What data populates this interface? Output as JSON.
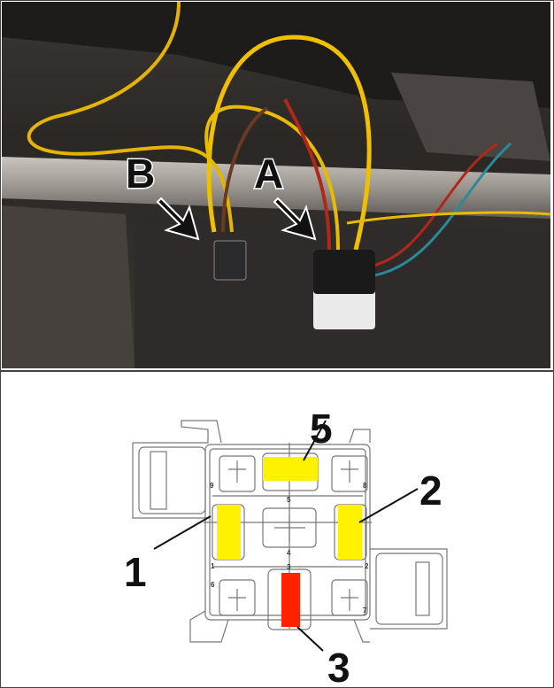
{
  "photo": {
    "labels": {
      "a": "A",
      "b": "B"
    }
  },
  "diagram": {
    "callouts": {
      "pin1": "1",
      "pin2": "2",
      "pin3": "3",
      "pin5": "5"
    },
    "pin_numbers": [
      "9",
      "5",
      "8",
      "1",
      "4",
      "2",
      "3",
      "6",
      "7"
    ],
    "colors": {
      "yellow": "#FFF200",
      "red": "#FF2200"
    }
  }
}
